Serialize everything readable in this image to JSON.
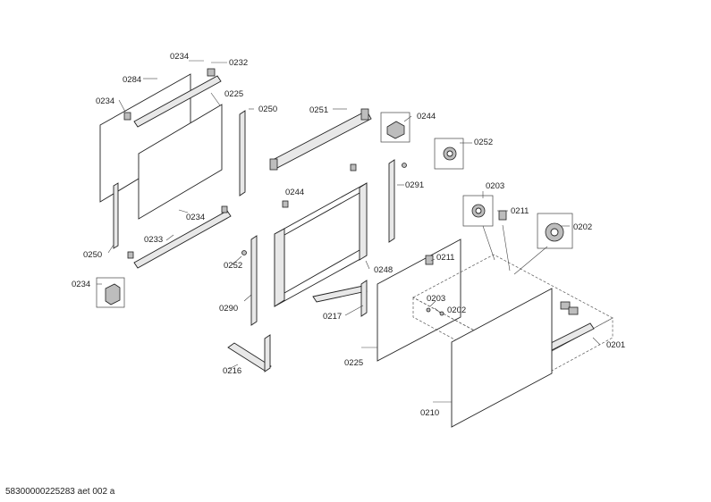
{
  "callouts": {
    "c0234a": "0234",
    "c0232": "0232",
    "c0284": "0284",
    "c0234b": "0234",
    "c0225a": "0225",
    "c0250a": "0250",
    "c0251": "0251",
    "c0244a": "0244",
    "c0252a": "0252",
    "c0244b": "0244",
    "c0291": "0291",
    "c0203a": "0203",
    "c0211a": "0211",
    "c0202a": "0202",
    "c0234c": "0234",
    "c0233": "0233",
    "c0250b": "0250",
    "c0252b": "0252",
    "c0248": "0248",
    "c0211b": "0211",
    "c0234d": "0234",
    "c0290": "0290",
    "c0217": "0217",
    "c0203b": "0203",
    "c0202b": "0202",
    "c0201": "0201",
    "c0225b": "0225",
    "c0216": "0216",
    "c0210": "0210"
  },
  "footer": {
    "drawing_id": "58300000225283 aet 002 a"
  }
}
